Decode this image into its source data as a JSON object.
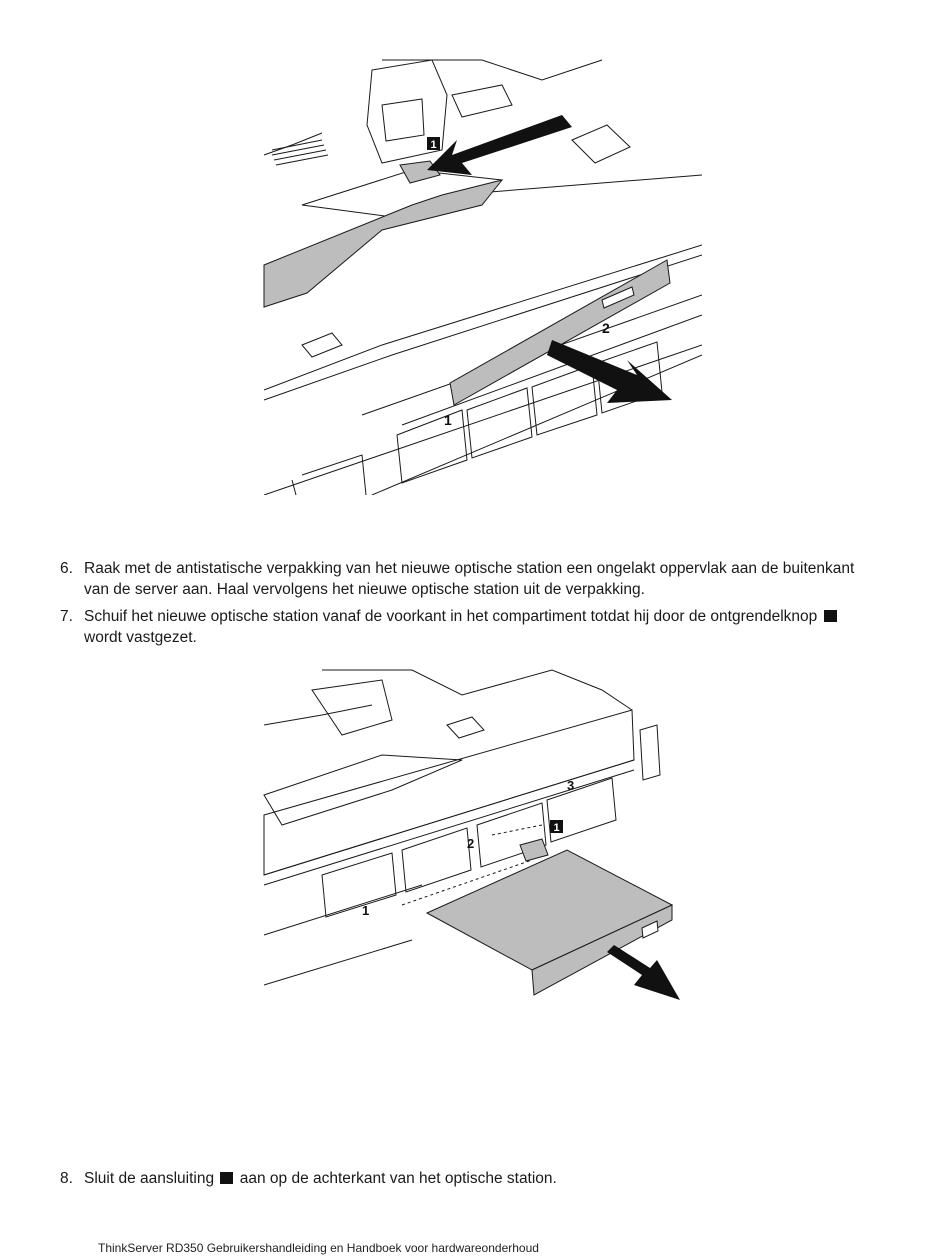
{
  "figure_1": {
    "callout": "1",
    "bay_labels": [
      "1",
      "2"
    ]
  },
  "steps": [
    {
      "number": "6.",
      "text": "Raak met de antistatische verpakking van het nieuwe optische station een ongelakt oppervlak aan de buitenkant van de server aan. Haal vervolgens het nieuwe optische station uit de verpakking."
    },
    {
      "number": "7.",
      "text_before": "Schuif het nieuwe optische station vanaf de voorkant in het compartiment totdat hij door de ontgrendelknop",
      "text_after": "wordt vastgezet."
    },
    {
      "number": "8.",
      "text_before": "Sluit de aansluiting",
      "text_after": "aan op de achterkant van het optische station."
    }
  ],
  "figure_2": {
    "callout": "1",
    "bay_labels": [
      "1",
      "2",
      "3"
    ]
  },
  "footer": {
    "text": "ThinkServer RD350 Gebruikershandleiding en Handboek voor hardwareonderhoud"
  },
  "colors": {
    "line": "#1a1a1a",
    "fill_gray": "#bdbdbd",
    "arrow": "#111111"
  }
}
